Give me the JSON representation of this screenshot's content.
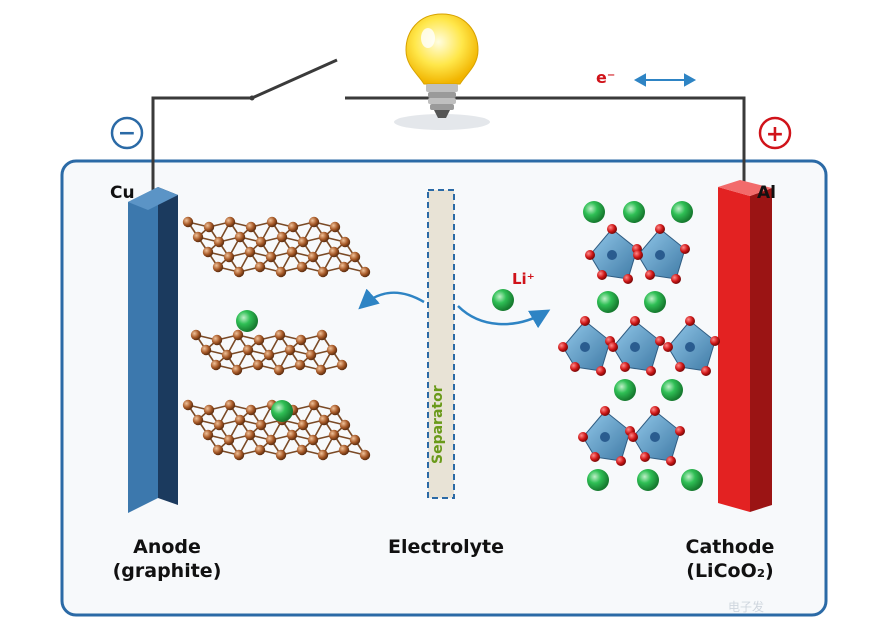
{
  "labels": {
    "anode": "Anode",
    "anode_material": "(graphite)",
    "electrolyte": "Electrolyte",
    "cathode": "Cathode",
    "cathode_material": "(LiCoO₂)",
    "cu": "Cu",
    "al": "Al",
    "li_ion": "Li⁺",
    "electron": "e⁻",
    "separator": "Separator",
    "minus": "−",
    "plus": "+",
    "watermark": "电子发"
  },
  "colors": {
    "anode": "#24507f",
    "cathode": "#e02020",
    "lithium": "#22b24a",
    "oxygen": "#cc1b1b",
    "cobalt_octahedra": "#4f98c6",
    "carbon": "#a0592c",
    "battery_border": "#2b6aa6",
    "wire": "#3a3a3a",
    "arrow": "#2e84c4"
  },
  "icons": [
    "lightbulb-icon",
    "switch-icon",
    "minus-terminal-icon",
    "plus-terminal-icon"
  ]
}
